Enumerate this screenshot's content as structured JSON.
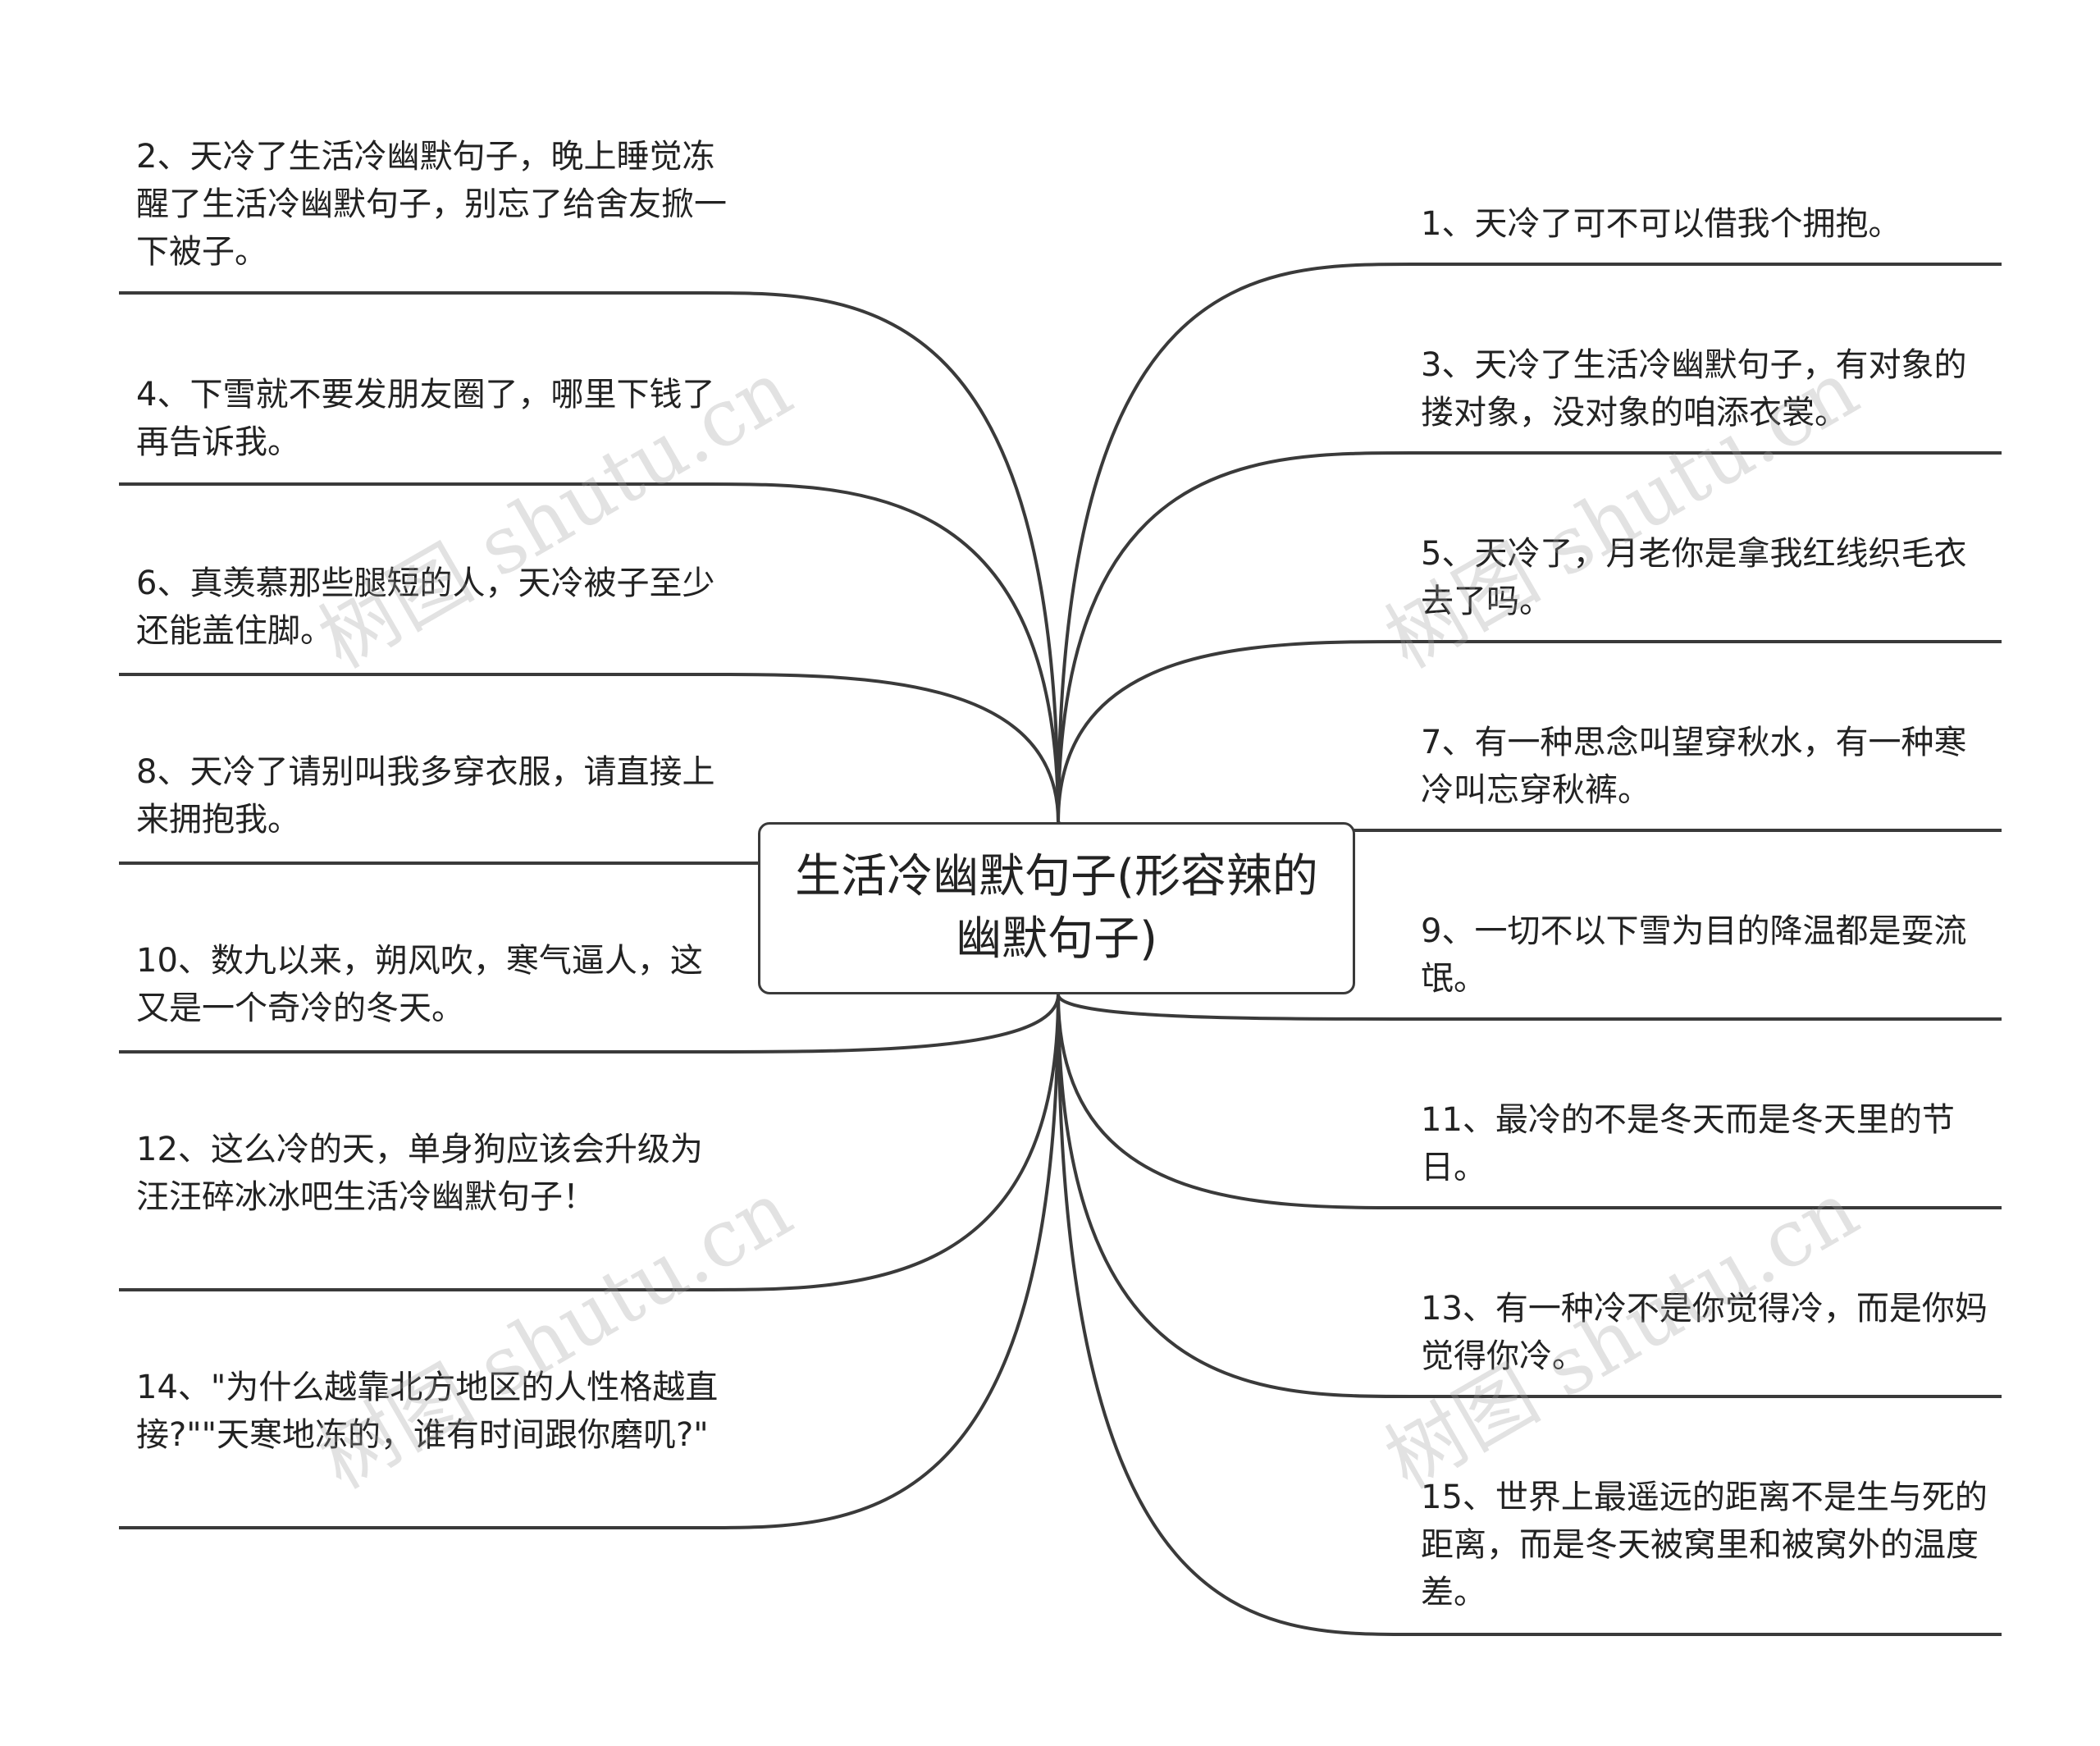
{
  "title": "生活冷幽默句子(形容辣的幽默句子)",
  "colors": {
    "line": "#3a3a3a",
    "text": "#222222",
    "background": "#ffffff"
  },
  "left_branches": [
    "2、天冷了生活冷幽默句子，晚上睡觉冻醒了生活冷幽默句子，别忘了给舍友掀一下被子。",
    "4、下雪就不要发朋友圈了，哪里下钱了再告诉我。",
    "6、真羡慕那些腿短的人，天冷被子至少还能盖住脚。",
    "8、天冷了请别叫我多穿衣服，请直接上来拥抱我。",
    "10、数九以来，朔风吹，寒气逼人，这又是一个奇冷的冬天。",
    "12、这么冷的天，单身狗应该会升级为汪汪碎冰冰吧生活冷幽默句子！",
    "14、\"为什么越靠北方地区的人性格越直接?\"\"天寒地冻的，谁有时间跟你磨叽?\""
  ],
  "right_branches": [
    "1、天冷了可不可以借我个拥抱。",
    "3、天冷了生活冷幽默句子，有对象的搂对象，没对象的咱添衣裳。",
    "5、天冷了，月老你是拿我红线织毛衣去了吗。",
    "7、有一种思念叫望穿秋水，有一种寒冷叫忘穿秋裤。",
    "9、一切不以下雪为目的降温都是耍流氓。",
    "11、最冷的不是冬天而是冬天里的节日。",
    "13、有一种冷不是你觉得冷，而是你妈觉得你冷。",
    "15、世界上最遥远的距离不是生与死的距离，而是冬天被窝里和被窝外的温度差。"
  ],
  "watermark": "树图 shutu.cn"
}
